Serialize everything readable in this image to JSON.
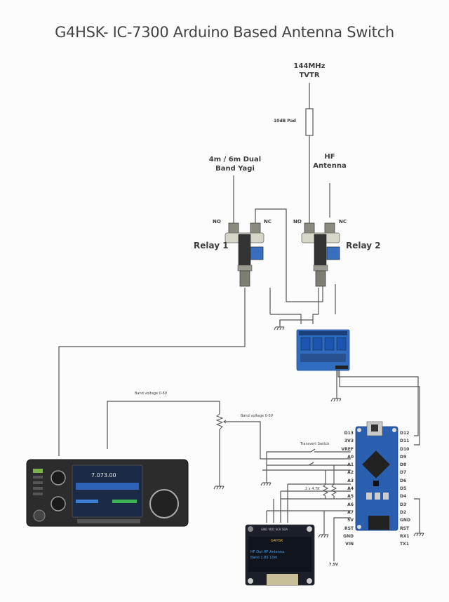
{
  "title": "G4HSK- IC-7300 Arduino Based Antenna Switch",
  "labels": {
    "tvtr": [
      "144MHz",
      "TVTR"
    ],
    "pad": "10dB Pad",
    "yagi": [
      "4m / 6m Dual",
      "Band Yagi"
    ],
    "hf_antenna": [
      "HF",
      "Antenna"
    ],
    "relay1": "Relay 1",
    "relay2": "Relay 2",
    "no1": "NO",
    "nc1": "NC",
    "no2": "NO",
    "nc2": "NC",
    "band_voltage_8v": "Band voltage 0-8V",
    "band_voltage_5v": "Band voltage 0-5V",
    "transvert_switch": "Transvert Switch",
    "resistors": "2 x 4.7K",
    "vin_supply": "7.5V"
  },
  "arduino": {
    "left_pins": [
      "D13",
      "3V3",
      "VREF",
      "A0",
      "A1",
      "A2",
      "A3",
      "A4",
      "A5",
      "A6",
      "A7",
      "5V",
      "RST",
      "GND",
      "VIN"
    ],
    "right_pins": [
      "D12",
      "D11",
      "D10",
      "D9",
      "D8",
      "D7",
      "D6",
      "D5",
      "D4",
      "D3",
      "D2",
      "GND",
      "RST",
      "RX1",
      "TX1"
    ],
    "board_color": "#2a5fb0"
  },
  "radio": {
    "model": "IC-7300",
    "display_freq": "7.073.00"
  },
  "oled": {
    "header_pins": "GND VDD SCK SDA",
    "line1": "G4HSK",
    "line2": "HF Out  HF Antenna",
    "line3": "Band  1.8S  10m"
  },
  "colors": {
    "wire": "#555555",
    "relay_board": "#2f6cc0",
    "relay_coil": "#3a6fc0"
  }
}
